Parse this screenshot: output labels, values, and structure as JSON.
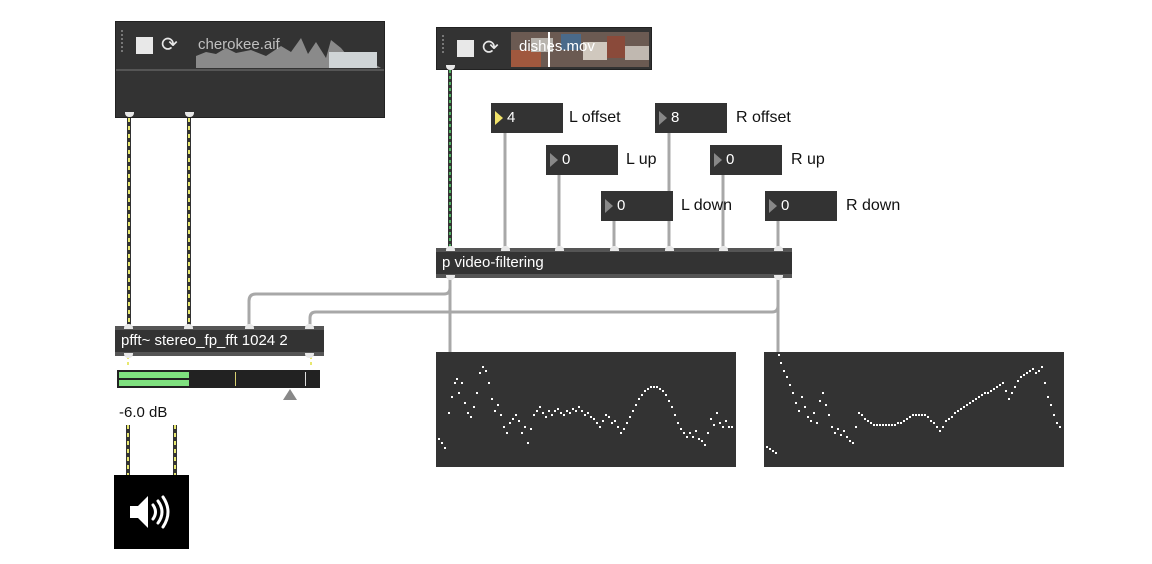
{
  "players": {
    "audio": {
      "filename": "cherokee.aif",
      "icon": "waveform"
    },
    "video": {
      "filename": "dishes.mov",
      "icon": "video-thumbnail"
    }
  },
  "numboxes": [
    {
      "value": "4",
      "label": "L offset"
    },
    {
      "value": "8",
      "label": "R offset"
    },
    {
      "value": "0",
      "label": "L up"
    },
    {
      "value": "0",
      "label": "R up"
    },
    {
      "value": "0",
      "label": "L down"
    },
    {
      "value": "0",
      "label": "R down"
    }
  ],
  "objects": {
    "video_filtering": "p video-filtering",
    "pfft": "pfft~ stereo_fp_fft 1024 2"
  },
  "gain": {
    "readout": "-6.0 dB",
    "level": 0.35
  },
  "colors": {
    "box": "#333333",
    "text": "#ffffff",
    "meter_green": "#7fe07f",
    "signal_cord": "#e8e870",
    "video_cord": "#3a8a4a",
    "control_cord": "#a8a8a8",
    "selected_triangle": "#f2e36a"
  },
  "icons": {
    "stop": "stop-square-icon",
    "loop": "loop-icon",
    "speaker": "speaker-icon"
  }
}
